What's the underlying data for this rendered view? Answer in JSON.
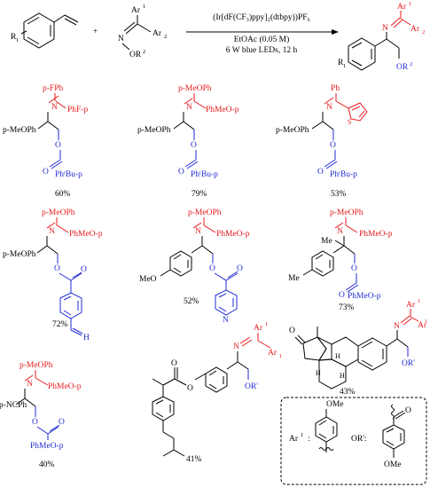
{
  "scheme": {
    "reagent_sub_1": "R",
    "reagent_sub_2": "1",
    "reagent_plus": "+",
    "imine_ar1": "Ar",
    "imine_ar1_sup": "1",
    "imine_ar2": "Ar",
    "imine_ar2_sup": "2",
    "imine_n": "N",
    "imine_or2": "OR",
    "imine_or2_sup": "2",
    "catalyst": "(Ir[dF(CF₃)ppy]₂(dtbpy))PF₆",
    "solvent": "EtOAc (0.05 M)",
    "conditions": "6 W blue LEDs, 12 h",
    "product_r": "R",
    "product_r_sup": "1",
    "product_n": "N",
    "product_ar1": "Ar",
    "product_ar1_sup": "1",
    "product_ar2": "Ar",
    "product_ar2_sup": "2",
    "product_or2": "OR",
    "product_or2_sup": "2"
  },
  "products": [
    {
      "aryl_red_top": "p-FPh",
      "aryl_red_right": "PhF-p",
      "substrate": "p-MeOPh",
      "ester": "PhᵗBu-p",
      "yield": "60%"
    },
    {
      "aryl_red_top": "p-MeOPh",
      "aryl_red_right": "PhMeO-p",
      "substrate": "p-MeOPh",
      "ester": "PhᵗBu-p",
      "yield": "79%"
    },
    {
      "aryl_red_top": "Ph",
      "substrate": "p-MeOPh",
      "ester": "PhᵗBu-p",
      "yield": "53%"
    },
    {
      "aryl_red_top": "p-MeOPh",
      "aryl_red_right": "PhMeO-p",
      "substrate": "p-MeOPh",
      "ester_atom": "H",
      "yield": "72%"
    },
    {
      "aryl_red_top": "p-MeOPh",
      "aryl_red_right": "PhMeO-p",
      "substrate_atom": "MeO",
      "ester_atom": "N",
      "yield": "52%"
    },
    {
      "aryl_red_top": "p-MeOPh",
      "aryl_red_right": "PhMeO-p",
      "substrate_atom": "Me",
      "quat_me": "Me",
      "ester": "PhMeO-p",
      "yield": "73%"
    },
    {
      "aryl_red_top": "p-MeOPh",
      "aryl_red_right": "PhMeO-p",
      "substrate": "p-NCPh",
      "ester": "PhMeO-p",
      "yield": "40%"
    },
    {
      "aryl_red_top": "Ar",
      "aryl_red_top_sup": "1",
      "aryl_red_right": "Ar",
      "aryl_red_right_sup": "1",
      "n": "N",
      "ester": "OR'",
      "ester_o": "O",
      "yield": "41%"
    },
    {
      "ketone_o": "O",
      "stereo_h1": "H",
      "stereo_h2": "H",
      "stereo_h3": "H",
      "aryl_red_top": "Ar",
      "aryl_red_top_sup": "1",
      "aryl_red_right": "Ar",
      "aryl_red_right_sup": "1",
      "n": "N",
      "ester": "OR'",
      "yield": "43%"
    }
  ],
  "legend": {
    "ar1_label": "Ar",
    "ar1_sup": "1",
    "ar1_sub": "OMe",
    "or_label": "OR':",
    "or_sub": "OMe"
  },
  "colors": {
    "red": "#e8191b",
    "blue": "#1f2bd4",
    "black": "#000000"
  }
}
